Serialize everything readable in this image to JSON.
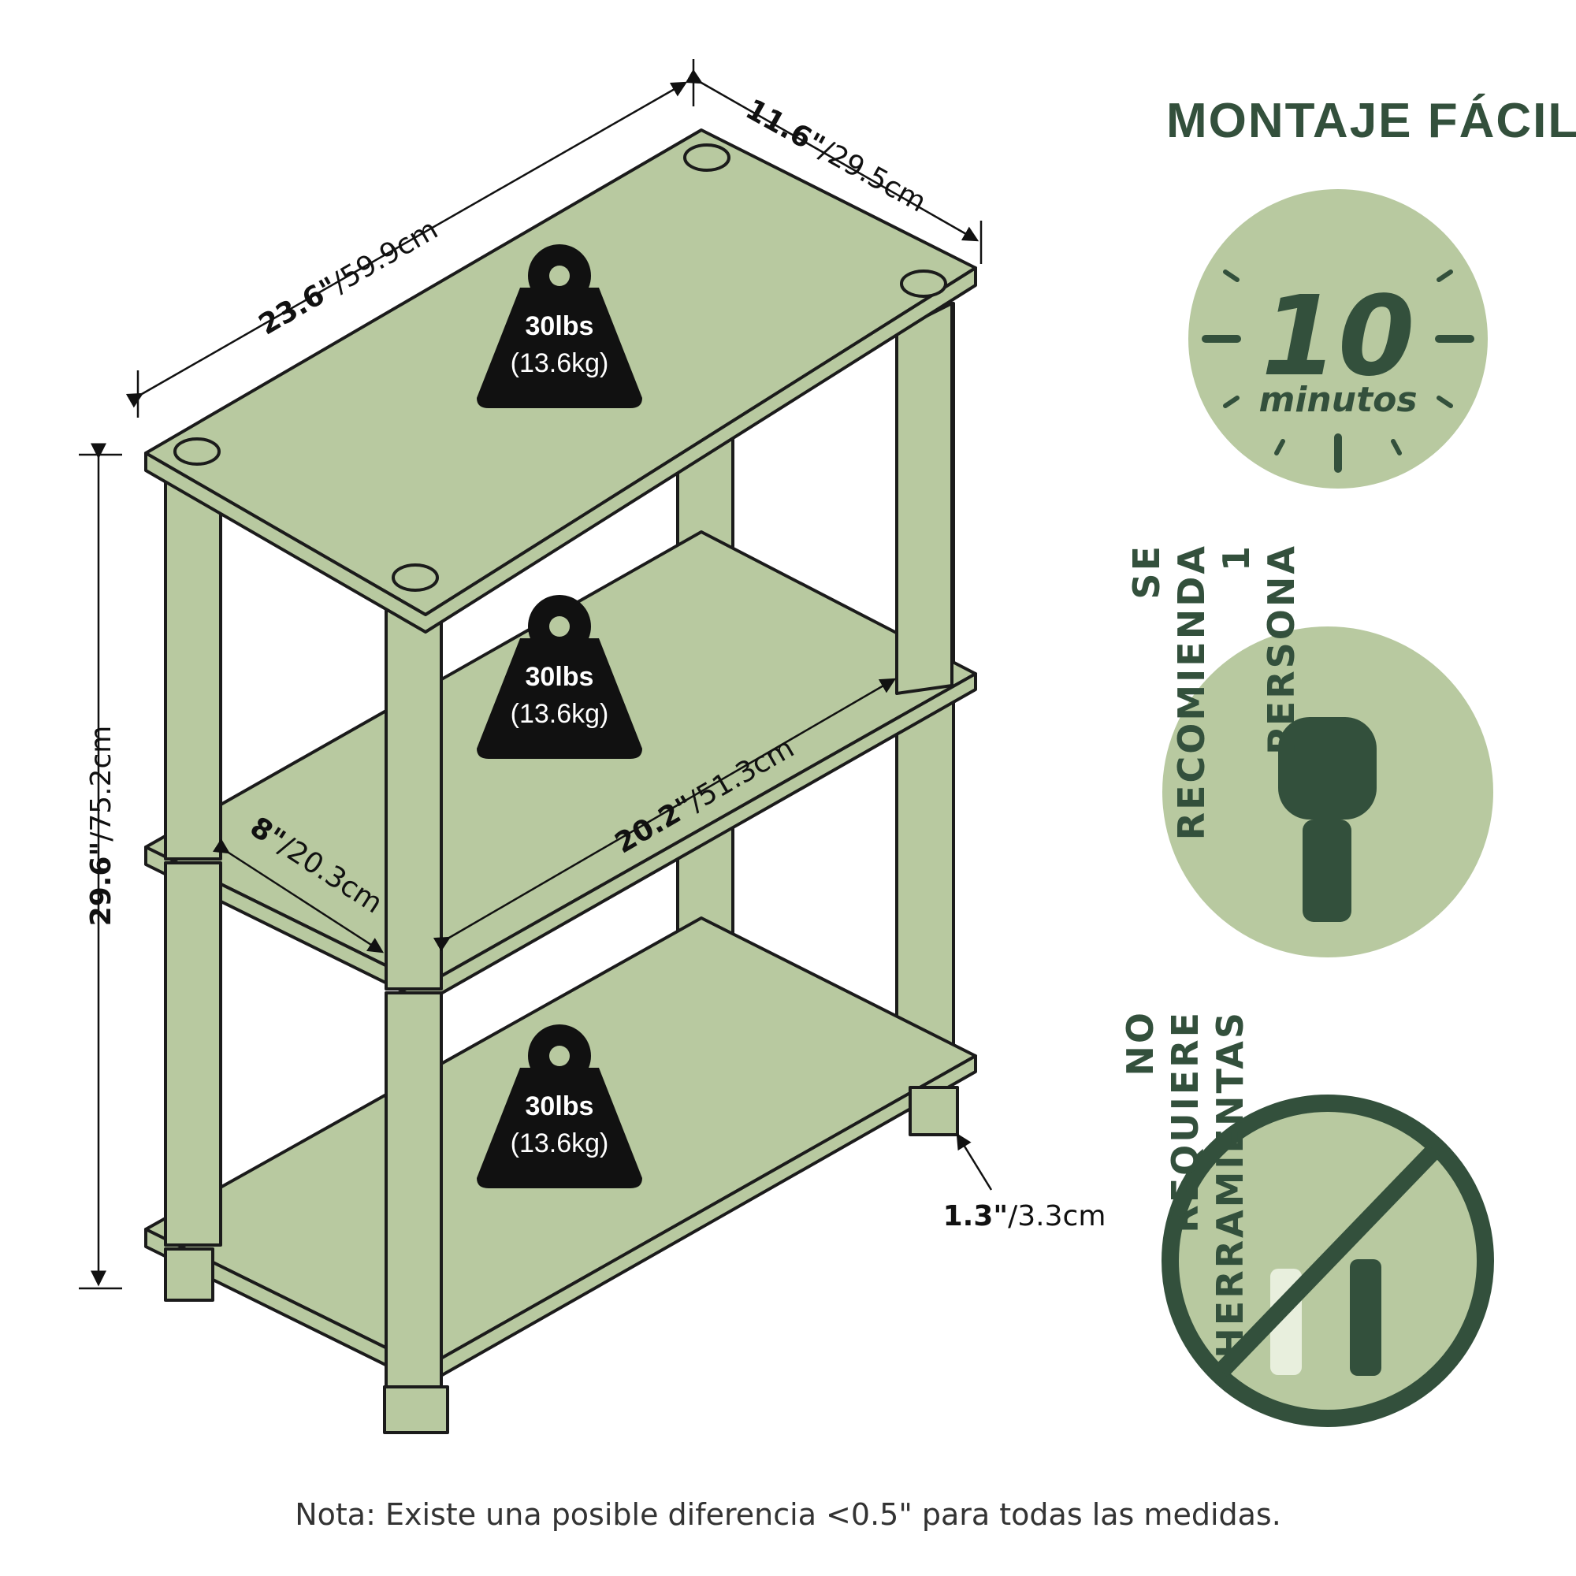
{
  "heading": "MONTAJE FÁCIL",
  "timer": {
    "number": "10",
    "unit": "minutos"
  },
  "people": {
    "line1": "SE",
    "line2": "RECOMIENDA",
    "line3": "1",
    "line4": "PERSONA"
  },
  "tools": {
    "line1": "NO",
    "line2": "REQUIERE",
    "line3": "HERRAMIENTAS"
  },
  "dimensions": {
    "width": {
      "imperial": "23.6\"",
      "metric": "/59.9cm"
    },
    "depth": {
      "imperial": "11.6\"",
      "metric": "/29.5cm"
    },
    "height": {
      "imperial": "29.6\"",
      "metric": "/75.2cm"
    },
    "inner_width": {
      "imperial": "20.2\"",
      "metric": "/51.3cm"
    },
    "inner_depth": {
      "imperial": "8\"",
      "metric": "/20.3cm"
    },
    "foot": {
      "imperial": "1.3\"",
      "metric": "/3.3cm"
    }
  },
  "capacity": [
    {
      "weight": "30lbs",
      "metric": "(13.6kg)"
    },
    {
      "weight": "30lbs",
      "metric": "(13.6kg)"
    },
    {
      "weight": "30lbs",
      "metric": "(13.6kg)"
    }
  ],
  "note": "Nota: Existe una posible diferencia <0.5\" para todas las medidas.",
  "colors": {
    "shelf": "#b8c9a0",
    "accent_dark": "#33503c",
    "circle": "#b8c9a0",
    "outline": "#1b1b1b"
  }
}
